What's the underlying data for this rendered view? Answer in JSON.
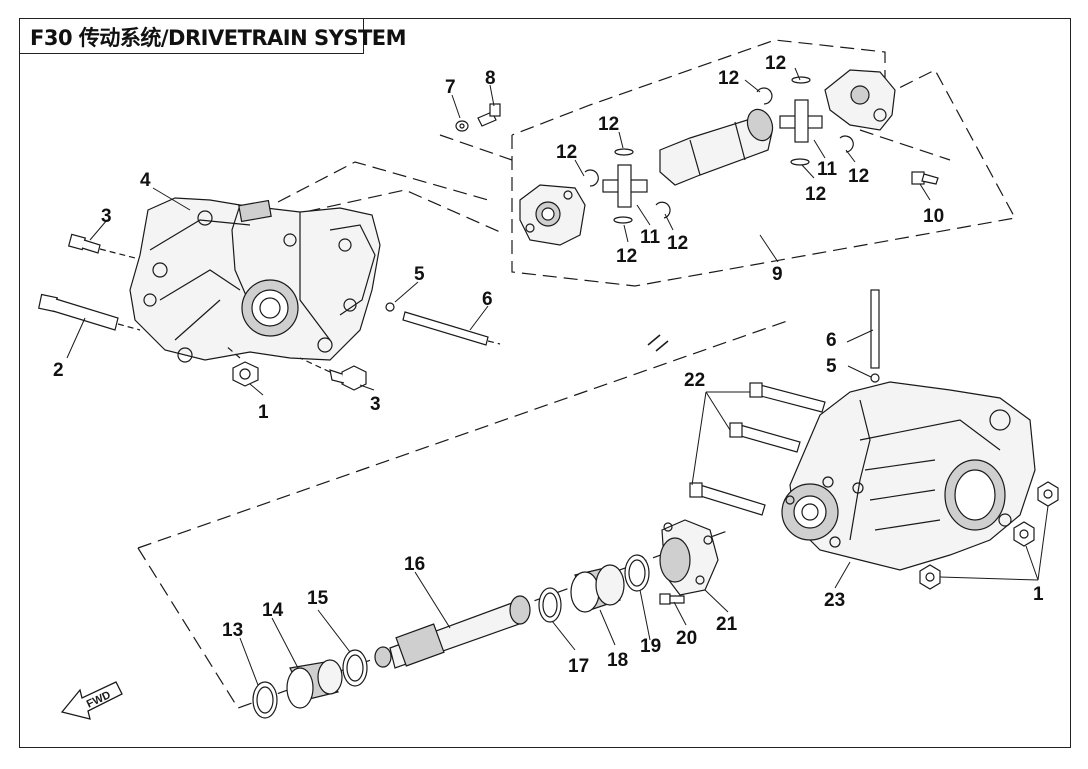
{
  "title": "F30 传动系统/DRIVETRAIN SYSTEM",
  "fwd_label": "FWD",
  "callouts": {
    "c1a": "1",
    "c1b": "1",
    "c2": "2",
    "c3a": "3",
    "c3b": "3",
    "c4": "4",
    "c5a": "5",
    "c5b": "5",
    "c6a": "6",
    "c6b": "6",
    "c7": "7",
    "c8": "8",
    "c9": "9",
    "c10": "10",
    "c11a": "11",
    "c11b": "11",
    "c12a": "12",
    "c12b": "12",
    "c12c": "12",
    "c12d": "12",
    "c12e": "12",
    "c12f": "12",
    "c12g": "12",
    "c12h": "12",
    "c13": "13",
    "c14": "14",
    "c15": "15",
    "c16": "16",
    "c17": "17",
    "c18": "18",
    "c19": "19",
    "c20": "20",
    "c21": "21",
    "c22": "22",
    "c23": "23"
  },
  "colors": {
    "line": "#1a1a1a",
    "part_fill": "#f4f4f4",
    "shade": "#cfcfcf"
  }
}
